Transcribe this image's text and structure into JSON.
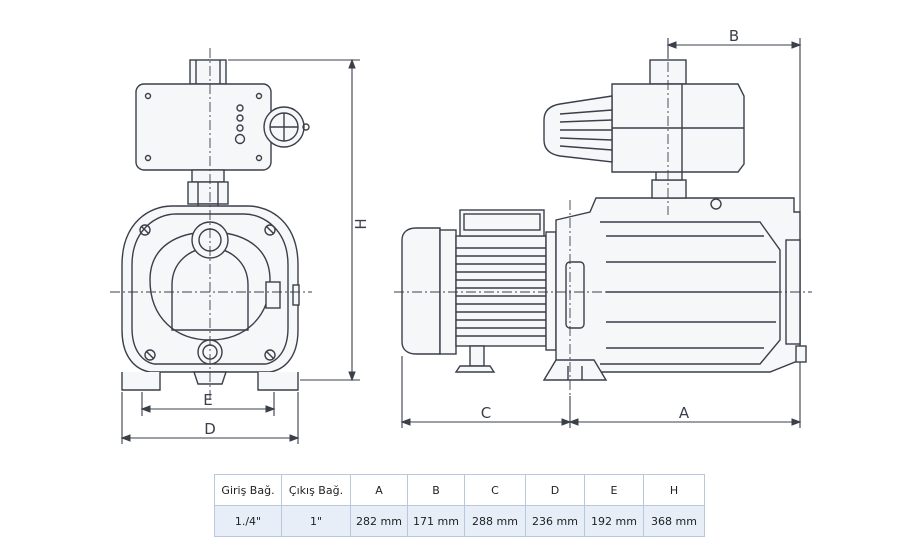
{
  "dimension_labels": {
    "A": "A",
    "B": "B",
    "C": "C",
    "D": "D",
    "E": "E",
    "H": "H"
  },
  "table": {
    "headers": [
      "Giriş Bağ.",
      "Çıkış Bağ.",
      "A",
      "B",
      "C",
      "D",
      "E",
      "H"
    ],
    "values": [
      "1./4\"",
      "1\"",
      "282 mm",
      "171 mm",
      "288 mm",
      "236 mm",
      "192 mm",
      "368 mm"
    ]
  },
  "colors": {
    "line": "#3a3f4a",
    "table_border": "#b9c7dc",
    "table_row_fill": "#e7eef8"
  }
}
